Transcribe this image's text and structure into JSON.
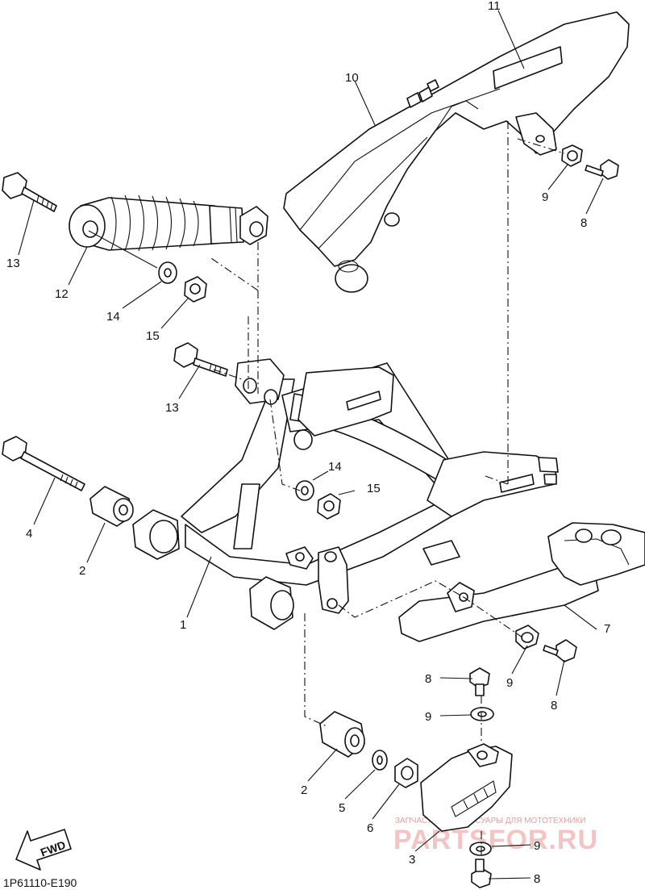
{
  "callouts": [
    {
      "id": "c11",
      "text": "11"
    },
    {
      "id": "c10",
      "text": "10"
    },
    {
      "id": "c9a",
      "text": "9"
    },
    {
      "id": "c8a",
      "text": "8"
    },
    {
      "id": "c13a",
      "text": "13"
    },
    {
      "id": "c12",
      "text": "12"
    },
    {
      "id": "c14a",
      "text": "14"
    },
    {
      "id": "c15a",
      "text": "15"
    },
    {
      "id": "c13b",
      "text": "13"
    },
    {
      "id": "c14b",
      "text": "14"
    },
    {
      "id": "c15b",
      "text": "15"
    },
    {
      "id": "c4",
      "text": "4"
    },
    {
      "id": "c2a",
      "text": "2"
    },
    {
      "id": "c1",
      "text": "1"
    },
    {
      "id": "c7",
      "text": "7"
    },
    {
      "id": "c9b",
      "text": "9"
    },
    {
      "id": "c8b",
      "text": "8"
    },
    {
      "id": "c8c",
      "text": "8"
    },
    {
      "id": "c9c",
      "text": "9"
    },
    {
      "id": "c2b",
      "text": "2"
    },
    {
      "id": "c5",
      "text": "5"
    },
    {
      "id": "c6",
      "text": "6"
    },
    {
      "id": "c3",
      "text": "3"
    },
    {
      "id": "c9d",
      "text": "9"
    },
    {
      "id": "c8d",
      "text": "8"
    }
  ],
  "fwd_label": "FWD",
  "diagram_code": "1P61110-E190",
  "watermark": {
    "tagline": "ЗАПЧАСТИ И АКСЕССУАРЫ ДЛЯ МОТОТЕХНИКИ",
    "brand": "PARTSFOR.RU"
  }
}
